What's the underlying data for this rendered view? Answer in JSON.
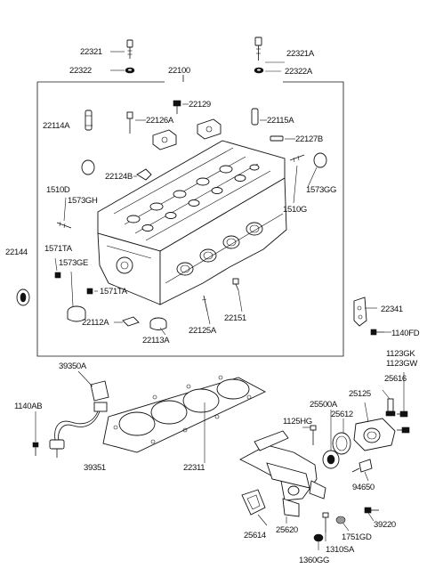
{
  "labels": {
    "l22321": "22321",
    "l22322": "22322",
    "l22321A": "22321A",
    "l22322A": "22322A",
    "l22100": "22100",
    "l22129": "22129",
    "l22126A": "22126A",
    "l22115A": "22115A",
    "l22114A": "22114A",
    "l22127B": "22127B",
    "l22124B": "22124B",
    "l1510D": "1510D",
    "l1573GH": "1573GH",
    "l1573GG": "1573GG",
    "l1510G": "1510G",
    "l22144": "22144",
    "l1571TA_a": "1571TA",
    "l1573GE": "1573GE",
    "l1571TA_b": "1571TA",
    "l22112A": "22112A",
    "l22113A": "22113A",
    "l22125A": "22125A",
    "l22151": "22151",
    "l22341": "22341",
    "l1140FD": "1140FD",
    "l39350A": "39350A",
    "l1140AB": "1140AB",
    "l39351": "39351",
    "l22311": "22311",
    "l1123GK": "1123GK",
    "l1123GW": "1123GW",
    "l25616": "25616",
    "l25500A": "25500A",
    "l25125": "25125",
    "l1125HG": "1125HG",
    "l25612": "25612",
    "l94650": "94650",
    "l39220": "39220",
    "l1751GD": "1751GD",
    "l25614": "25614",
    "l25620": "25620",
    "l1310SA": "1310SA",
    "l1360GG": "1360GG"
  }
}
